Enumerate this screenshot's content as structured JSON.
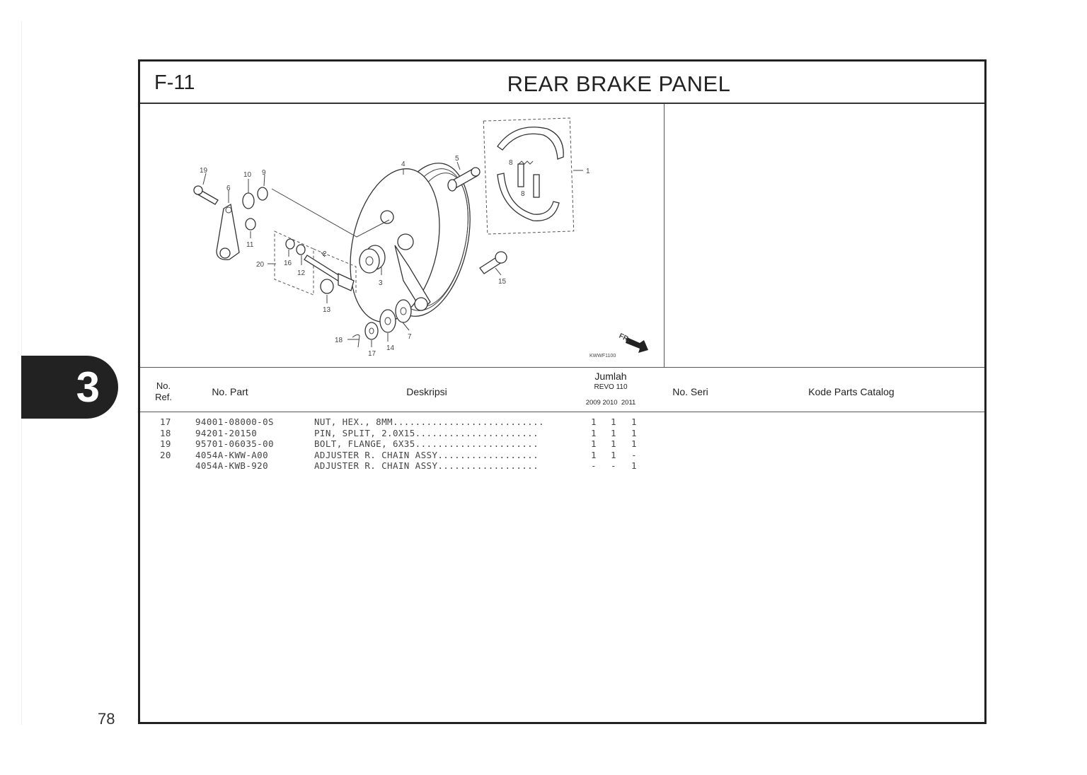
{
  "page": {
    "section_tab": "3",
    "page_number": "78"
  },
  "header": {
    "code": "F-11",
    "title": "REAR BRAKE PANEL"
  },
  "diagram": {
    "drawing_code": "KWWF1100",
    "fr_arrow": "FR.",
    "callouts": [
      "1",
      "2",
      "3",
      "4",
      "5",
      "6",
      "7",
      "8",
      "8",
      "9",
      "10",
      "11",
      "12",
      "13",
      "14",
      "15",
      "16",
      "17",
      "18",
      "19",
      "20"
    ]
  },
  "columns": {
    "ref": "No.\nRef.",
    "part": "No. Part",
    "desc": "Deskripsi",
    "jumlah": "Jumlah",
    "model": "REVO 110",
    "years": "2009 2010  2011",
    "seri": "No. Seri",
    "kode": "Kode Parts Catalog"
  },
  "rows": [
    {
      "ref": "17",
      "part": "94001-08000-0S",
      "desc": "NUT, HEX., 8MM...........................",
      "q1": "1",
      "q2": "1",
      "q3": "1"
    },
    {
      "ref": "18",
      "part": "94201-20150",
      "desc": "PIN, SPLIT, 2.0X15......................",
      "q1": "1",
      "q2": "1",
      "q3": "1"
    },
    {
      "ref": "19",
      "part": "95701-06035-00",
      "desc": "BOLT, FLANGE, 6X35......................",
      "q1": "1",
      "q2": "1",
      "q3": "1"
    },
    {
      "ref": "20",
      "part": "4054A-KWW-A00",
      "desc": "ADJUSTER R. CHAIN ASSY..................",
      "q1": "1",
      "q2": "1",
      "q3": "-"
    },
    {
      "ref": "",
      "part": "4054A-KWB-920",
      "desc": "ADJUSTER R. CHAIN ASSY..................",
      "q1": "-",
      "q2": "-",
      "q3": "1"
    }
  ]
}
